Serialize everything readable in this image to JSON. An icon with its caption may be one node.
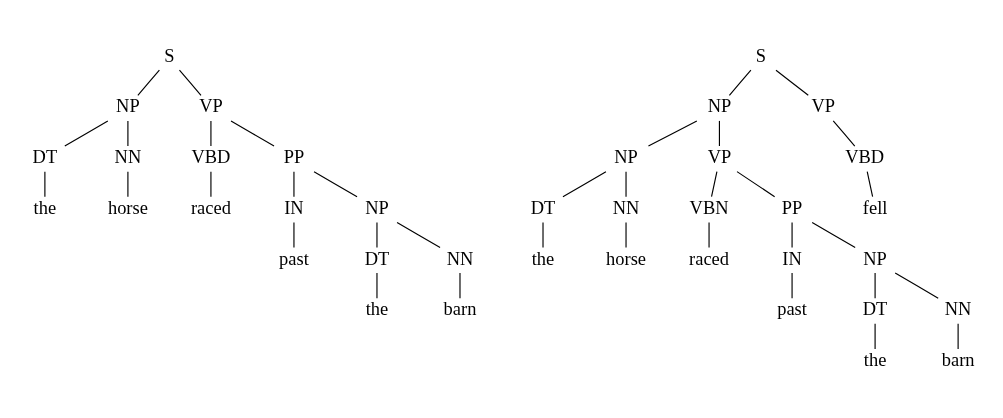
{
  "diagram": {
    "nodes": [
      {
        "text": [
          "S"
        ]
      },
      {
        "text": [
          "NP"
        ]
      },
      {
        "text": [
          "VP"
        ]
      },
      {
        "text": [
          "DT"
        ]
      },
      {
        "text": [
          "NN"
        ]
      },
      {
        "text": [
          "VBD"
        ]
      },
      {
        "text": [
          "PP"
        ]
      },
      {
        "text": [
          "the"
        ]
      },
      {
        "text": [
          "horse"
        ]
      },
      {
        "text": [
          "raced"
        ]
      },
      {
        "text": [
          "IN"
        ]
      },
      {
        "text": [
          "NP"
        ]
      },
      {
        "text": [
          "past"
        ]
      },
      {
        "text": [
          "DT"
        ]
      },
      {
        "text": [
          "NN"
        ]
      },
      {
        "text": [
          "the"
        ]
      },
      {
        "text": [
          "barn"
        ]
      },
      {
        "text": [
          "S"
        ]
      },
      {
        "text": [
          "NP"
        ]
      },
      {
        "text": [
          "VP"
        ]
      },
      {
        "text": [
          "NP"
        ]
      },
      {
        "text": [
          "VP"
        ]
      },
      {
        "text": [
          "VBD"
        ]
      },
      {
        "text": [
          "DT"
        ]
      },
      {
        "text": [
          "NN"
        ]
      },
      {
        "text": [
          "VBN"
        ]
      },
      {
        "text": [
          "PP"
        ]
      },
      {
        "text": [
          "fell"
        ]
      },
      {
        "text": [
          "the"
        ]
      },
      {
        "text": [
          "horse"
        ]
      },
      {
        "text": [
          "raced"
        ]
      },
      {
        "text": [
          "IN"
        ]
      },
      {
        "text": [
          "NP"
        ]
      },
      {
        "text": [
          "past"
        ]
      },
      {
        "text": [
          "DT"
        ]
      },
      {
        "text": [
          "NN"
        ]
      },
      {
        "text": [
          "the"
        ]
      },
      {
        "text": [
          "barn"
        ]
      }
    ],
    "edges": [
      {
        "from": 0,
        "to": 1,
        "arrow": "none"
      },
      {
        "from": 0,
        "to": 2,
        "arrow": "none"
      },
      {
        "from": 1,
        "to": 3,
        "arrow": "none"
      },
      {
        "from": 1,
        "to": 4,
        "arrow": "none"
      },
      {
        "from": 2,
        "to": 5,
        "arrow": "none"
      },
      {
        "from": 2,
        "to": 6,
        "arrow": "none"
      },
      {
        "from": 3,
        "to": 7,
        "arrow": "none"
      },
      {
        "from": 4,
        "to": 8,
        "arrow": "none"
      },
      {
        "from": 5,
        "to": 9,
        "arrow": "none"
      },
      {
        "from": 6,
        "to": 10,
        "arrow": "none"
      },
      {
        "from": 6,
        "to": 11,
        "arrow": "none"
      },
      {
        "from": 10,
        "to": 12,
        "arrow": "none"
      },
      {
        "from": 11,
        "to": 13,
        "arrow": "none"
      },
      {
        "from": 11,
        "to": 14,
        "arrow": "none"
      },
      {
        "from": 13,
        "to": 15,
        "arrow": "none"
      },
      {
        "from": 14,
        "to": 16,
        "arrow": "none"
      },
      {
        "from": 17,
        "to": 18,
        "arrow": "none"
      },
      {
        "from": 17,
        "to": 19,
        "arrow": "none"
      },
      {
        "from": 18,
        "to": 20,
        "arrow": "none"
      },
      {
        "from": 18,
        "to": 21,
        "arrow": "none"
      },
      {
        "from": 19,
        "to": 22,
        "arrow": "none"
      },
      {
        "from": 20,
        "to": 23,
        "arrow": "none"
      },
      {
        "from": 20,
        "to": 24,
        "arrow": "none"
      },
      {
        "from": 21,
        "to": 25,
        "arrow": "none"
      },
      {
        "from": 21,
        "to": 26,
        "arrow": "none"
      },
      {
        "from": 22,
        "to": 27,
        "arrow": "none"
      },
      {
        "from": 23,
        "to": 28,
        "arrow": "none"
      },
      {
        "from": 24,
        "to": 29,
        "arrow": "none"
      },
      {
        "from": 25,
        "to": 30,
        "arrow": "none"
      },
      {
        "from": 26,
        "to": 31,
        "arrow": "none"
      },
      {
        "from": 26,
        "to": 32,
        "arrow": "none"
      },
      {
        "from": 31,
        "to": 33,
        "arrow": "none"
      },
      {
        "from": 32,
        "to": 34,
        "arrow": "none"
      },
      {
        "from": 32,
        "to": 35,
        "arrow": "none"
      },
      {
        "from": 34,
        "to": 36,
        "arrow": "none"
      },
      {
        "from": 35,
        "to": 37,
        "arrow": "none"
      }
    ]
  }
}
